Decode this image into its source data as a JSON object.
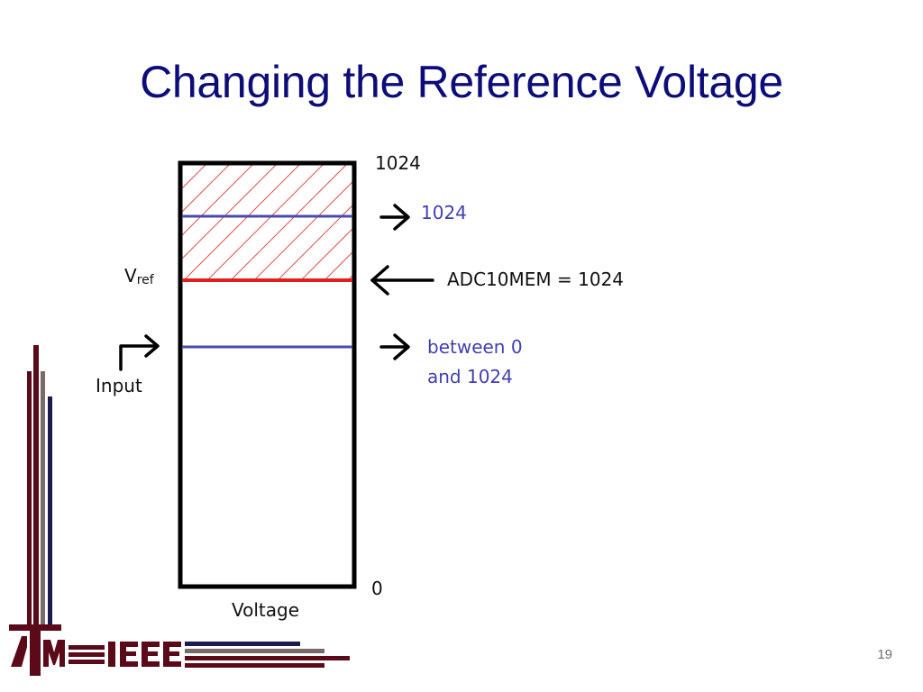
{
  "slide": {
    "title": "Changing the Reference Voltage",
    "page_number": "19"
  },
  "diagram": {
    "top_scale_label": "1024",
    "bottom_scale_label": "0",
    "axis_label": "Voltage",
    "vref_label": "V",
    "vref_subscript": "ref",
    "input_label": "Input",
    "above_vref_result": "1024",
    "at_vref_result": "ADC10MEM = 1024",
    "below_vref_result_line1": "between 0",
    "below_vref_result_line2": "and 1024"
  },
  "logo": {
    "text": "ATM IEEE"
  },
  "colors": {
    "title": "#0d0d7a",
    "vref_line": "#e02020",
    "level_line": "#4a4ab0",
    "result_text": "#4040b0",
    "hatch": "#e05050",
    "maroon": "#5a0a18",
    "navy": "#1a1a4e"
  }
}
